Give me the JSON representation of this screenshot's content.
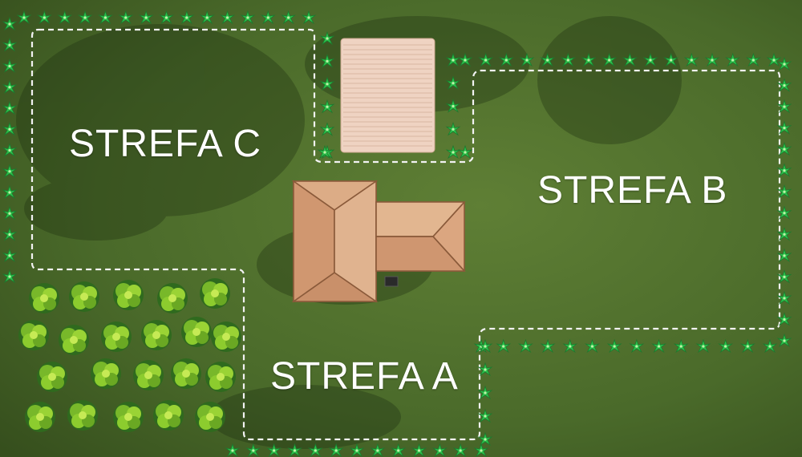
{
  "zones": {
    "zone_c": "STREFA C",
    "zone_b": "STREFA B",
    "zone_a": "STREFA A"
  },
  "colors": {
    "lawn": "#4a6a2a",
    "boundary": "#f2f2f2",
    "hedge": "#2bbf4a",
    "roof": "#d7a279",
    "terrace": "#efd3c2",
    "bushes": "#8ccc2e",
    "label": "#ffffff"
  },
  "icons": {
    "hedge_plant": "hedge-plant-icon",
    "bush": "bush-icon"
  }
}
